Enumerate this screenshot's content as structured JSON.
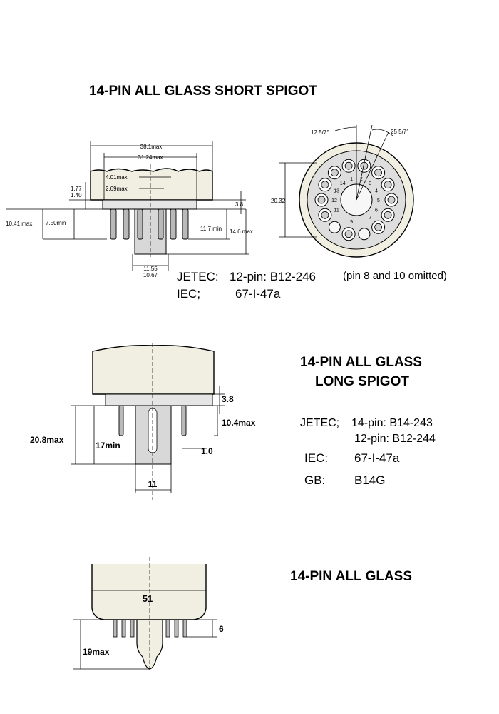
{
  "short_spigot": {
    "title": "14-PIN ALL GLASS SHORT SPIGOT",
    "dims": {
      "bulb_width": "38.1max",
      "inner_width": "31.24max",
      "spigot_max": "4.01max",
      "spigot_inner": "2.69max",
      "d177": "1.77",
      "d140": "1.40",
      "d38": "3.8",
      "d1041": "10.41 max",
      "d750": "7.50min",
      "d117": "11.7 min",
      "d146": "14.6 max",
      "d1155": "11.55",
      "d1067": "10.67"
    },
    "pinout": {
      "angle1": "12 5/7°",
      "angle2": "25 5/7°",
      "diameter": "20.32",
      "pin_numbers": [
        "1",
        "2",
        "3",
        "4",
        "5",
        "6",
        "7",
        "9",
        "11",
        "12",
        "13",
        "14"
      ]
    },
    "jetec_label": "JETEC:",
    "jetec_value": "12-pin: B12-246",
    "jetec_note": "(pin 8 and 10 omitted)",
    "iec_label": "IEC;",
    "iec_value": "67-I-47a"
  },
  "long_spigot": {
    "title_line1": "14-PIN ALL GLASS",
    "title_line2": "LONG SPIGOT",
    "dims": {
      "d38": "3.8",
      "d104": "10.4max",
      "d208": "20.8max",
      "d17": "17min",
      "d10": "1.0",
      "d11": "11"
    },
    "jetec_label": "JETEC;",
    "jetec_value1": "14-pin: B14-243",
    "jetec_value2": "12-pin: B12-244",
    "iec_label": "IEC:",
    "iec_value": "67-I-47a",
    "gb_label": "GB:",
    "gb_value": "B14G"
  },
  "all_glass": {
    "title": "14-PIN ALL GLASS",
    "dims": {
      "d51": "51",
      "d6": "6",
      "d19": "19max"
    }
  }
}
